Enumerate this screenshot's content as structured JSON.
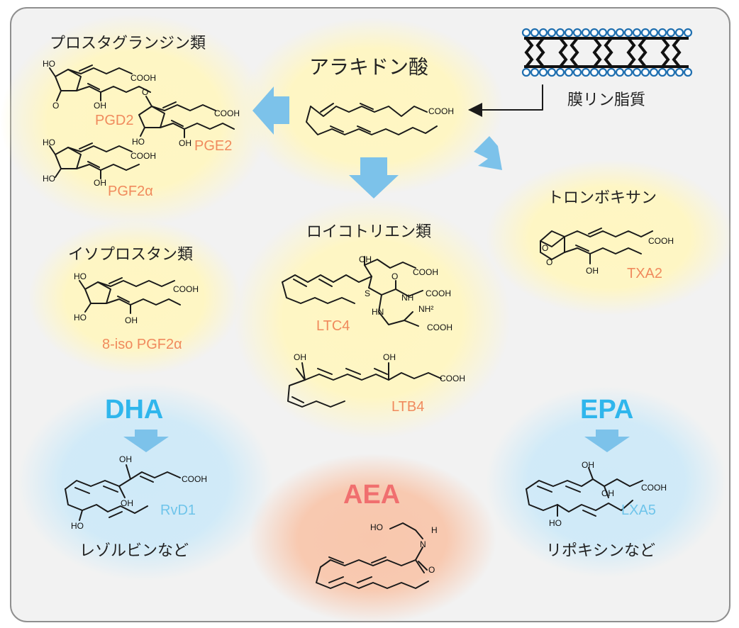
{
  "colors": {
    "background": "#f2f2f2",
    "border": "#8f8f8f",
    "yellow_halo": "#fff6c2",
    "blue_halo": "#cfeaf8",
    "salmon_halo": "#f8c7ad",
    "arrow_blue": "#7cc2ea",
    "label_orange": "#f08a5d",
    "label_blue": "#6ec4ea",
    "DHA_EPA_blue": "#2fb6ec",
    "AEA_red": "#f06f6f"
  },
  "center": {
    "title": "アラキドン酸",
    "structure_label": "COOH"
  },
  "membrane": {
    "label": "膜リン脂質",
    "icon": "phospholipid-bilayer-icon"
  },
  "prostaglandins": {
    "title": "プロスタグランジン類",
    "compounds": [
      "PGD2",
      "PGE2",
      "PGF2α"
    ]
  },
  "isoprostanes": {
    "title": "イソプロスタン類",
    "compound": "8-iso PGF2α"
  },
  "leukotrienes": {
    "title": "ロイコトリエン類",
    "compounds": [
      "LTC4",
      "LTB4"
    ]
  },
  "thromboxane": {
    "title": "トロンボキサン",
    "compound": "TXA2"
  },
  "dha": {
    "title": "DHA",
    "compound": "RvD1",
    "caption": "レゾルビンなど"
  },
  "epa": {
    "title": "EPA",
    "compound": "LXA5",
    "caption": "リポキシンなど"
  },
  "aea": {
    "title": "AEA"
  },
  "atoms": {
    "cooh": "COOH",
    "oh": "OH",
    "ho": "HO",
    "o": "O",
    "nh": "NH",
    "hn": "HN",
    "nh2": "NH²",
    "s": "S",
    "n": "N",
    "h": "H"
  }
}
